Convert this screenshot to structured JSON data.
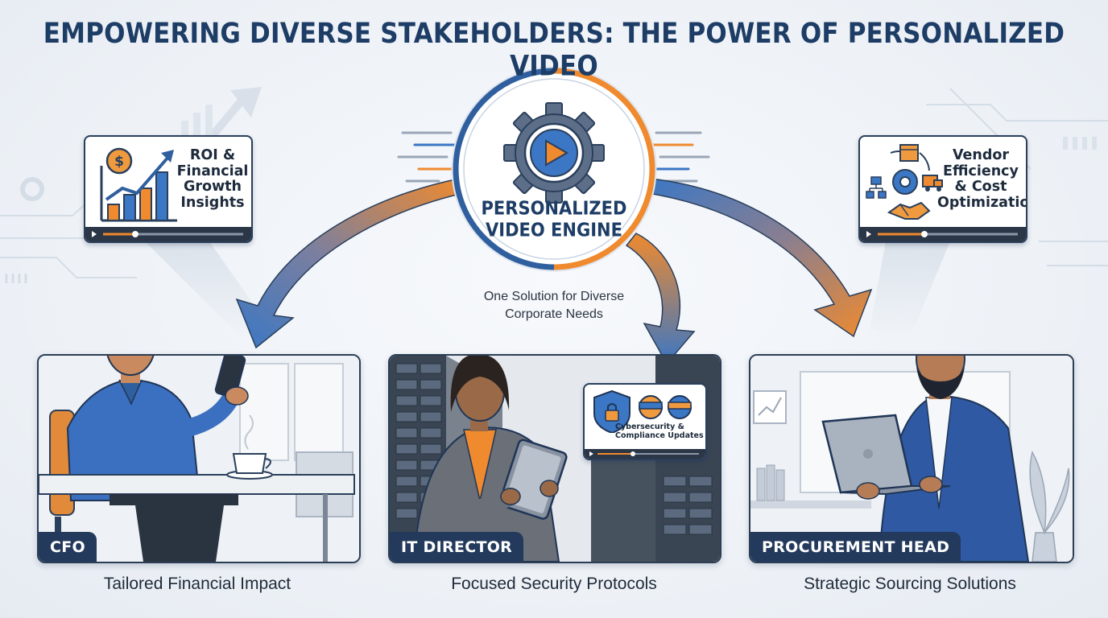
{
  "title": "EMPOWERING DIVERSE STAKEHOLDERS: THE POWER OF PERSONALIZED VIDEO",
  "engine": {
    "label_line1": "PERSONALIZED",
    "label_line2": "VIDEO ENGINE",
    "subtitle_line1": "One Solution for Diverse",
    "subtitle_line2": "Corporate Needs"
  },
  "cards": {
    "roi": [
      "ROI &",
      "Financial",
      "Growth",
      "Insights"
    ],
    "vendor": [
      "Vendor",
      "Efficiency",
      "& Cost",
      "Optimization"
    ],
    "security": [
      "Cybersecurity &",
      "Compliance Updates"
    ]
  },
  "panels": [
    {
      "role": "CFO",
      "caption": "Tailored Financial Impact"
    },
    {
      "role": "IT DIRECTOR",
      "caption": "Focused Security Protocols"
    },
    {
      "role": "PROCUREMENT HEAD",
      "caption": "Strategic Sourcing Solutions"
    }
  ],
  "colors": {
    "navy": "#1d3d66",
    "blue": "#3b77c4",
    "orange": "#ef8a2e",
    "dark": "#2a3f5c"
  }
}
